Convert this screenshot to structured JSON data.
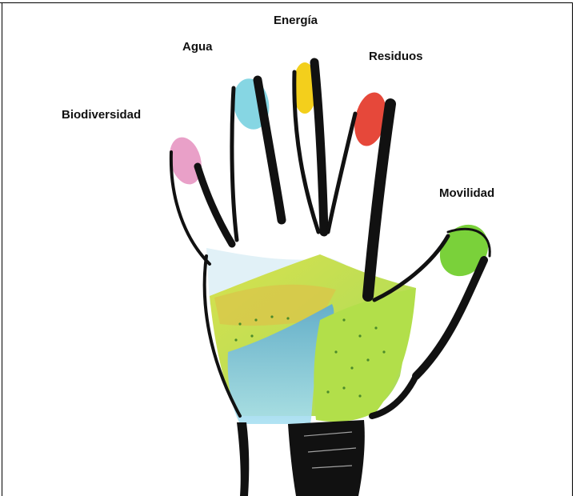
{
  "labels": {
    "biodiversidad": "Biodiversidad",
    "agua": "Agua",
    "energia": "Energía",
    "residuos": "Residuos",
    "movilidad": "Movilidad"
  },
  "colors": {
    "biodiversidad": "#e9a0c8",
    "agua": "#86d6e3",
    "energia": "#f3cf1c",
    "residuos": "#e6483a",
    "movilidad": "#7ad13a",
    "outline": "#111111",
    "meadow": "#b9e05a",
    "sand": "#d8d85a",
    "river": "#7cc7e6"
  }
}
